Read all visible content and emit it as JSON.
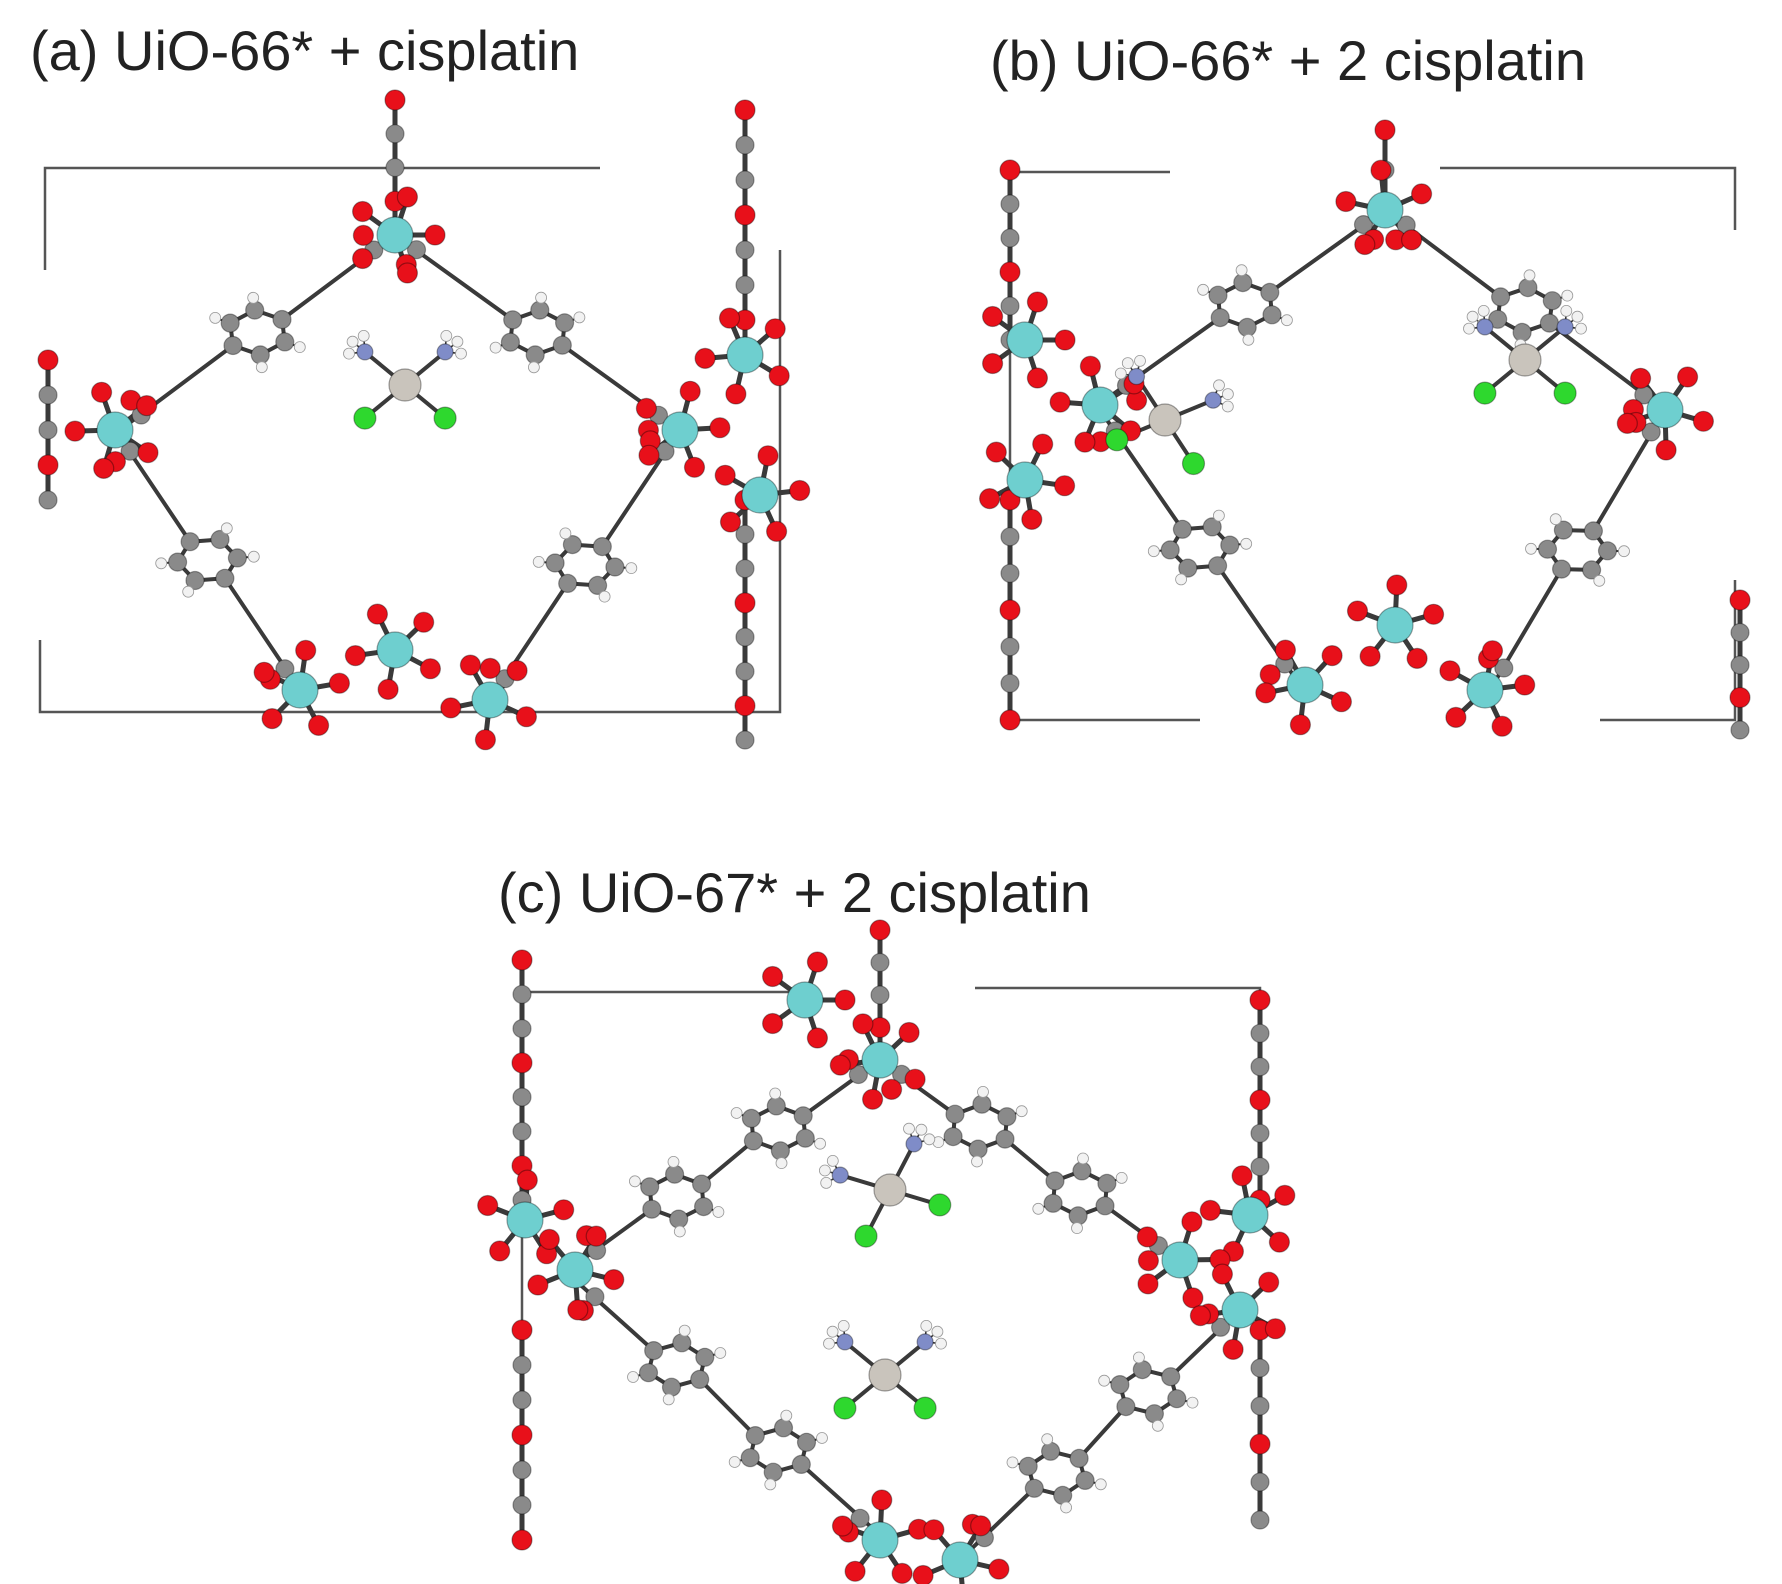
{
  "panels": [
    {
      "id": "a",
      "title": "(a) UiO-66* + cisplatin"
    },
    {
      "id": "b",
      "title": "(b) UiO-66* + 2 cisplatin"
    },
    {
      "id": "c",
      "title": "(c) UiO-67* + 2 cisplatin"
    }
  ],
  "colors": {
    "zirconium": "#6ecfcf",
    "oxygen": "#e8101a",
    "carbon": "#8a8a8a",
    "hydrogen": "#f2f2f2",
    "platinum": "#c9c4bc",
    "chlorine": "#2ed82e",
    "nitrogen": "#7f8cc8",
    "bond": "#3a3a3a",
    "cell": "#555555"
  }
}
